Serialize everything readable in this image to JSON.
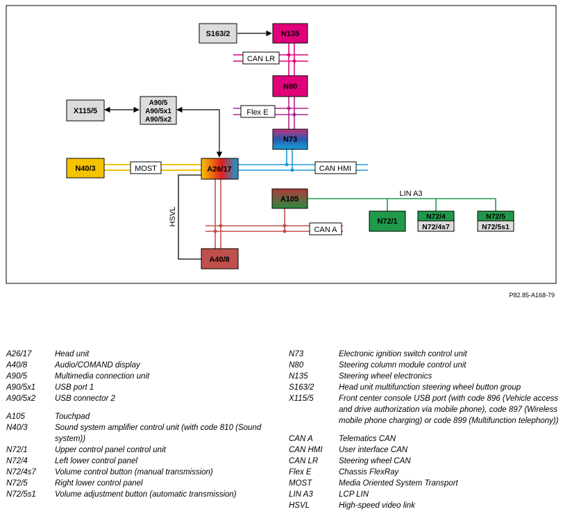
{
  "diagram": {
    "units": {
      "S163/2": [
        "S163/2"
      ],
      "N135": [
        "N135"
      ],
      "N80": [
        "N80"
      ],
      "N73": [
        "N73"
      ],
      "X115/5": [
        "X115/5"
      ],
      "A90": [
        "A90/5",
        "A90/5x1",
        "A90/5x2"
      ],
      "N40/3": [
        "N40/3"
      ],
      "A26/17": [
        "A26/17"
      ],
      "A105": [
        "A105"
      ],
      "N72/1": [
        "N72/1"
      ],
      "N72/4": [
        "N72/4"
      ],
      "N72/4s7": [
        "N72/4s7"
      ],
      "N72/5": [
        "N72/5"
      ],
      "N72/5s1": [
        "N72/5s1"
      ],
      "A40/8": [
        "A40/8"
      ]
    },
    "bus_labels": {
      "can_lr": "CAN LR",
      "flex_e": "Flex E",
      "most": "MOST",
      "can_hmi": "CAN HMI",
      "lin_a3": "LIN A3",
      "can_a": "CAN A",
      "hsvl": "HSVL"
    },
    "colors": {
      "can_lr": "#e0007a",
      "flex_e": "#b0208a",
      "most": "#f5c400",
      "can_hmi": "#1a9ad6",
      "lin_a3": "#1f9a4a",
      "can_a": "#c0504d",
      "hsvl": "#000000"
    }
  },
  "figure_id": "P82.85-A168-79",
  "legend": {
    "left": [
      {
        "code": "A26/17",
        "desc": "Head unit"
      },
      {
        "code": "A40/8",
        "desc": "Audio/COMAND display"
      },
      {
        "code": "A90/5",
        "desc": "Multimedia connection unit"
      },
      {
        "code": "A90/5x1",
        "desc": "USB port 1"
      },
      {
        "code": "A90/5x2",
        "desc": "USB connector 2",
        "gap_after": true
      },
      {
        "code": "A105",
        "desc": "Touchpad"
      },
      {
        "code": "N40/3",
        "desc": "Sound system amplifier control unit (with code 810 (Sound system))"
      },
      {
        "code": "N72/1",
        "desc": "Upper control panel control unit"
      },
      {
        "code": "N72/4",
        "desc": "Left lower control panel"
      },
      {
        "code": "N72/4s7",
        "desc": "Volume control button (manual transmission)"
      },
      {
        "code": "N72/5",
        "desc": "Right lower control panel"
      },
      {
        "code": "N72/5s1",
        "desc": "Volume adjustment button (automatic transmission)"
      }
    ],
    "right": [
      {
        "code": "N73",
        "desc": "Electronic ignition switch control unit"
      },
      {
        "code": "N80",
        "desc": "Steering column module control unit"
      },
      {
        "code": "N135",
        "desc": "Steering wheel electronics"
      },
      {
        "code": "S163/2",
        "desc": "Head unit multifunction steering wheel button group"
      },
      {
        "code": "X115/5",
        "desc": "Front center console USB port (with code 896 (Vehicle access and drive authorization via mobile phone), code 897 (Wireless mobile phone charging) or code 899 (Multifunction telephony))",
        "gap_after": true
      },
      {
        "code": "CAN A",
        "desc": "Telematics CAN"
      },
      {
        "code": "CAN HMI",
        "desc": "User interface CAN"
      },
      {
        "code": "CAN LR",
        "desc": "Steering wheel CAN"
      },
      {
        "code": "Flex E",
        "desc": "Chassis FlexRay"
      },
      {
        "code": "MOST",
        "desc": "Media Oriented System Transport"
      },
      {
        "code": "LIN A3",
        "desc": "LCP LIN"
      },
      {
        "code": "HSVL",
        "desc": "High-speed video link"
      }
    ]
  }
}
